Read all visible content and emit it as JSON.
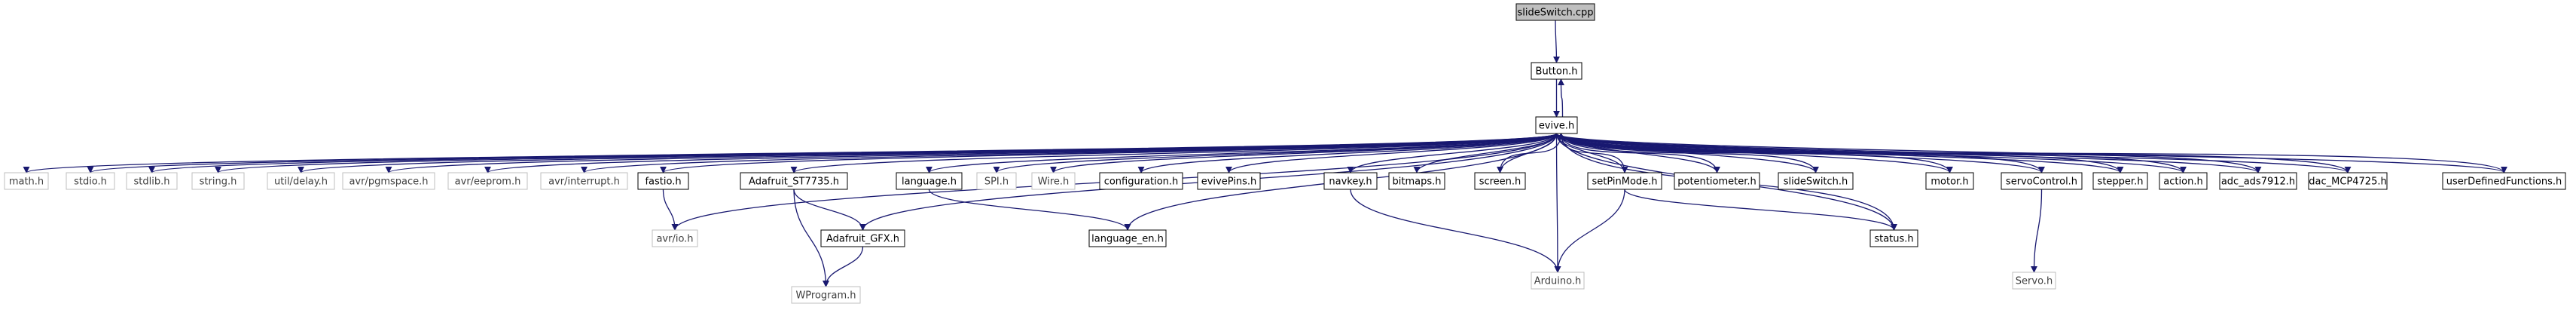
{
  "colors": {
    "edge": "#191970",
    "edge_light": "#5a6aa5",
    "node_border": "#000000",
    "node_border_external": "#bfbfbf",
    "node_fill_root": "#bfbfbf",
    "node_fill": "#ffffff",
    "text": "#000000",
    "text_external": "#404040"
  },
  "nodes": [
    {
      "id": "slideSwitch_cpp",
      "label": "slideSwitch.cpp",
      "kind": "root"
    },
    {
      "id": "Button_h",
      "label": "Button.h",
      "kind": "local"
    },
    {
      "id": "eviive_h",
      "label": "evive.h",
      "kind": "local"
    },
    {
      "id": "math_h",
      "label": "math.h",
      "kind": "external"
    },
    {
      "id": "stdio_h",
      "label": "stdio.h",
      "kind": "external"
    },
    {
      "id": "stdlib_h",
      "label": "stdlib.h",
      "kind": "external"
    },
    {
      "id": "string_h",
      "label": "string.h",
      "kind": "external"
    },
    {
      "id": "util_delay_h",
      "label": "util/delay.h",
      "kind": "external"
    },
    {
      "id": "avr_pgmspace_h",
      "label": "avr/pgmspace.h",
      "kind": "external"
    },
    {
      "id": "avr_eeprom_h",
      "label": "avr/eeprom.h",
      "kind": "external"
    },
    {
      "id": "avr_interrupt_h",
      "label": "avr/interrupt.h",
      "kind": "external"
    },
    {
      "id": "fastio_h",
      "label": "fastio.h",
      "kind": "local"
    },
    {
      "id": "Adafruit_ST7735_h",
      "label": "Adafruit_ST7735.h",
      "kind": "local"
    },
    {
      "id": "language_h",
      "label": "language.h",
      "kind": "local"
    },
    {
      "id": "SPI_h",
      "label": "SPI.h",
      "kind": "external"
    },
    {
      "id": "Wire_h",
      "label": "Wire.h",
      "kind": "external"
    },
    {
      "id": "configuration_h",
      "label": "configuration.h",
      "kind": "local"
    },
    {
      "id": "evivePins_h",
      "label": "evivePins.h",
      "kind": "local"
    },
    {
      "id": "navkey_h",
      "label": "navkey.h",
      "kind": "local"
    },
    {
      "id": "bitmaps_h",
      "label": "bitmaps.h",
      "kind": "local"
    },
    {
      "id": "screen_h",
      "label": "screen.h",
      "kind": "local"
    },
    {
      "id": "setPinMode_h",
      "label": "setPinMode.h",
      "kind": "local"
    },
    {
      "id": "potentiometer_h",
      "label": "potentiometer.h",
      "kind": "local"
    },
    {
      "id": "slideSwitch_h",
      "label": "slideSwitch.h",
      "kind": "local"
    },
    {
      "id": "motor_h",
      "label": "motor.h",
      "kind": "local"
    },
    {
      "id": "servoControl_h",
      "label": "servoControl.h",
      "kind": "local"
    },
    {
      "id": "stepper_h",
      "label": "stepper.h",
      "kind": "local"
    },
    {
      "id": "action_h",
      "label": "action.h",
      "kind": "local"
    },
    {
      "id": "adc_ads7912_h",
      "label": "adc_ads7912.h",
      "kind": "local"
    },
    {
      "id": "dac_MCP4725_h",
      "label": "dac_MCP4725.h",
      "kind": "local"
    },
    {
      "id": "userDefinedFunctions_h",
      "label": "userDefinedFunctions.h",
      "kind": "local"
    },
    {
      "id": "avr_io_h",
      "label": "avr/io.h",
      "kind": "external"
    },
    {
      "id": "Adafruit_GFX_h",
      "label": "Adafruit_GFX.h",
      "kind": "local"
    },
    {
      "id": "language_en_h",
      "label": "language_en.h",
      "kind": "local"
    },
    {
      "id": "Arduino_h",
      "label": "Arduino.h",
      "kind": "external"
    },
    {
      "id": "status_h",
      "label": "status.h",
      "kind": "local"
    },
    {
      "id": "Servo_h",
      "label": "Servo.h",
      "kind": "external"
    },
    {
      "id": "WProgram_h",
      "label": "WProgram.h",
      "kind": "external"
    }
  ],
  "edges": [
    [
      "slideSwitch_cpp",
      "Button_h"
    ],
    [
      "Button_h",
      "eviive_h"
    ],
    [
      "eviive_h",
      "Button_h"
    ],
    [
      "eviive_h",
      "math_h"
    ],
    [
      "eviive_h",
      "stdio_h"
    ],
    [
      "eviive_h",
      "stdlib_h"
    ],
    [
      "eviive_h",
      "string_h"
    ],
    [
      "eviive_h",
      "util_delay_h"
    ],
    [
      "eviive_h",
      "avr_pgmspace_h"
    ],
    [
      "eviive_h",
      "avr_eeprom_h"
    ],
    [
      "eviive_h",
      "avr_interrupt_h"
    ],
    [
      "eviive_h",
      "fastio_h"
    ],
    [
      "eviive_h",
      "avr_io_h"
    ],
    [
      "eviive_h",
      "Adafruit_ST7735_h"
    ],
    [
      "eviive_h",
      "Adafruit_GFX_h"
    ],
    [
      "eviive_h",
      "language_h"
    ],
    [
      "eviive_h",
      "language_en_h"
    ],
    [
      "eviive_h",
      "SPI_h"
    ],
    [
      "eviive_h",
      "Wire_h"
    ],
    [
      "eviive_h",
      "configuration_h"
    ],
    [
      "eviive_h",
      "evivePins_h"
    ],
    [
      "eviive_h",
      "navkey_h"
    ],
    [
      "eviive_h",
      "bitmaps_h"
    ],
    [
      "eviive_h",
      "screen_h"
    ],
    [
      "eviive_h",
      "Arduino_h"
    ],
    [
      "eviive_h",
      "setPinMode_h"
    ],
    [
      "eviive_h",
      "potentiometer_h"
    ],
    [
      "eviive_h",
      "slideSwitch_h"
    ],
    [
      "eviive_h",
      "status_h"
    ],
    [
      "eviive_h",
      "motor_h"
    ],
    [
      "eviive_h",
      "servoControl_h"
    ],
    [
      "eviive_h",
      "stepper_h"
    ],
    [
      "eviive_h",
      "action_h"
    ],
    [
      "eviive_h",
      "adc_ads7912_h"
    ],
    [
      "eviive_h",
      "dac_MCP4725_h"
    ],
    [
      "eviive_h",
      "userDefinedFunctions_h"
    ],
    [
      "fastio_h",
      "avr_io_h"
    ],
    [
      "Adafruit_ST7735_h",
      "Adafruit_GFX_h"
    ],
    [
      "Adafruit_ST7735_h",
      "WProgram_h"
    ],
    [
      "Adafruit_GFX_h",
      "WProgram_h"
    ],
    [
      "language_h",
      "language_en_h"
    ],
    [
      "navkey_h",
      "Arduino_h"
    ],
    [
      "screen_h",
      "eviive_h"
    ],
    [
      "setPinMode_h",
      "eviive_h"
    ],
    [
      "setPinMode_h",
      "Arduino_h"
    ],
    [
      "setPinMode_h",
      "status_h"
    ],
    [
      "potentiometer_h",
      "eviive_h"
    ],
    [
      "slideSwitch_h",
      "eviive_h"
    ],
    [
      "status_h",
      "eviive_h"
    ],
    [
      "motor_h",
      "eviive_h"
    ],
    [
      "servoControl_h",
      "eviive_h"
    ],
    [
      "servoControl_h",
      "Servo_h"
    ],
    [
      "stepper_h",
      "eviive_h"
    ],
    [
      "action_h",
      "eviive_h"
    ],
    [
      "adc_ads7912_h",
      "eviive_h"
    ],
    [
      "dac_MCP4725_h",
      "eviive_h"
    ],
    [
      "userDefinedFunctions_h",
      "eviive_h"
    ]
  ]
}
